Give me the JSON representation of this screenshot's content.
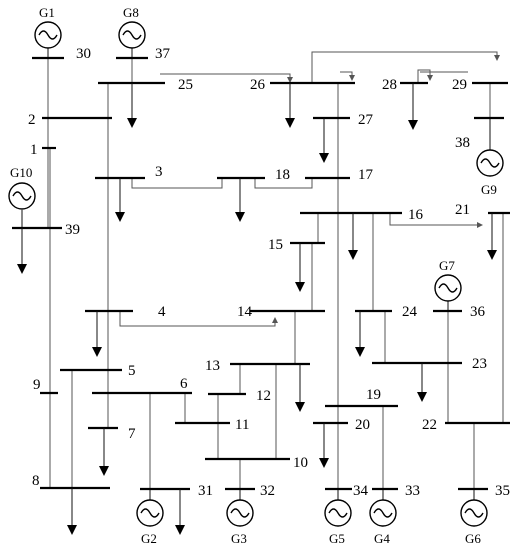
{
  "buses": [
    "1",
    "2",
    "3",
    "4",
    "5",
    "6",
    "7",
    "8",
    "9",
    "10",
    "11",
    "12",
    "13",
    "14",
    "15",
    "16",
    "17",
    "18",
    "19",
    "20",
    "21",
    "22",
    "23",
    "24",
    "25",
    "26",
    "27",
    "28",
    "29",
    "30",
    "31",
    "32",
    "33",
    "34",
    "35",
    "36",
    "37",
    "38",
    "39"
  ],
  "generators": [
    "G1",
    "G2",
    "G3",
    "G4",
    "G5",
    "G6",
    "G7",
    "G8",
    "G9",
    "G10"
  ]
}
